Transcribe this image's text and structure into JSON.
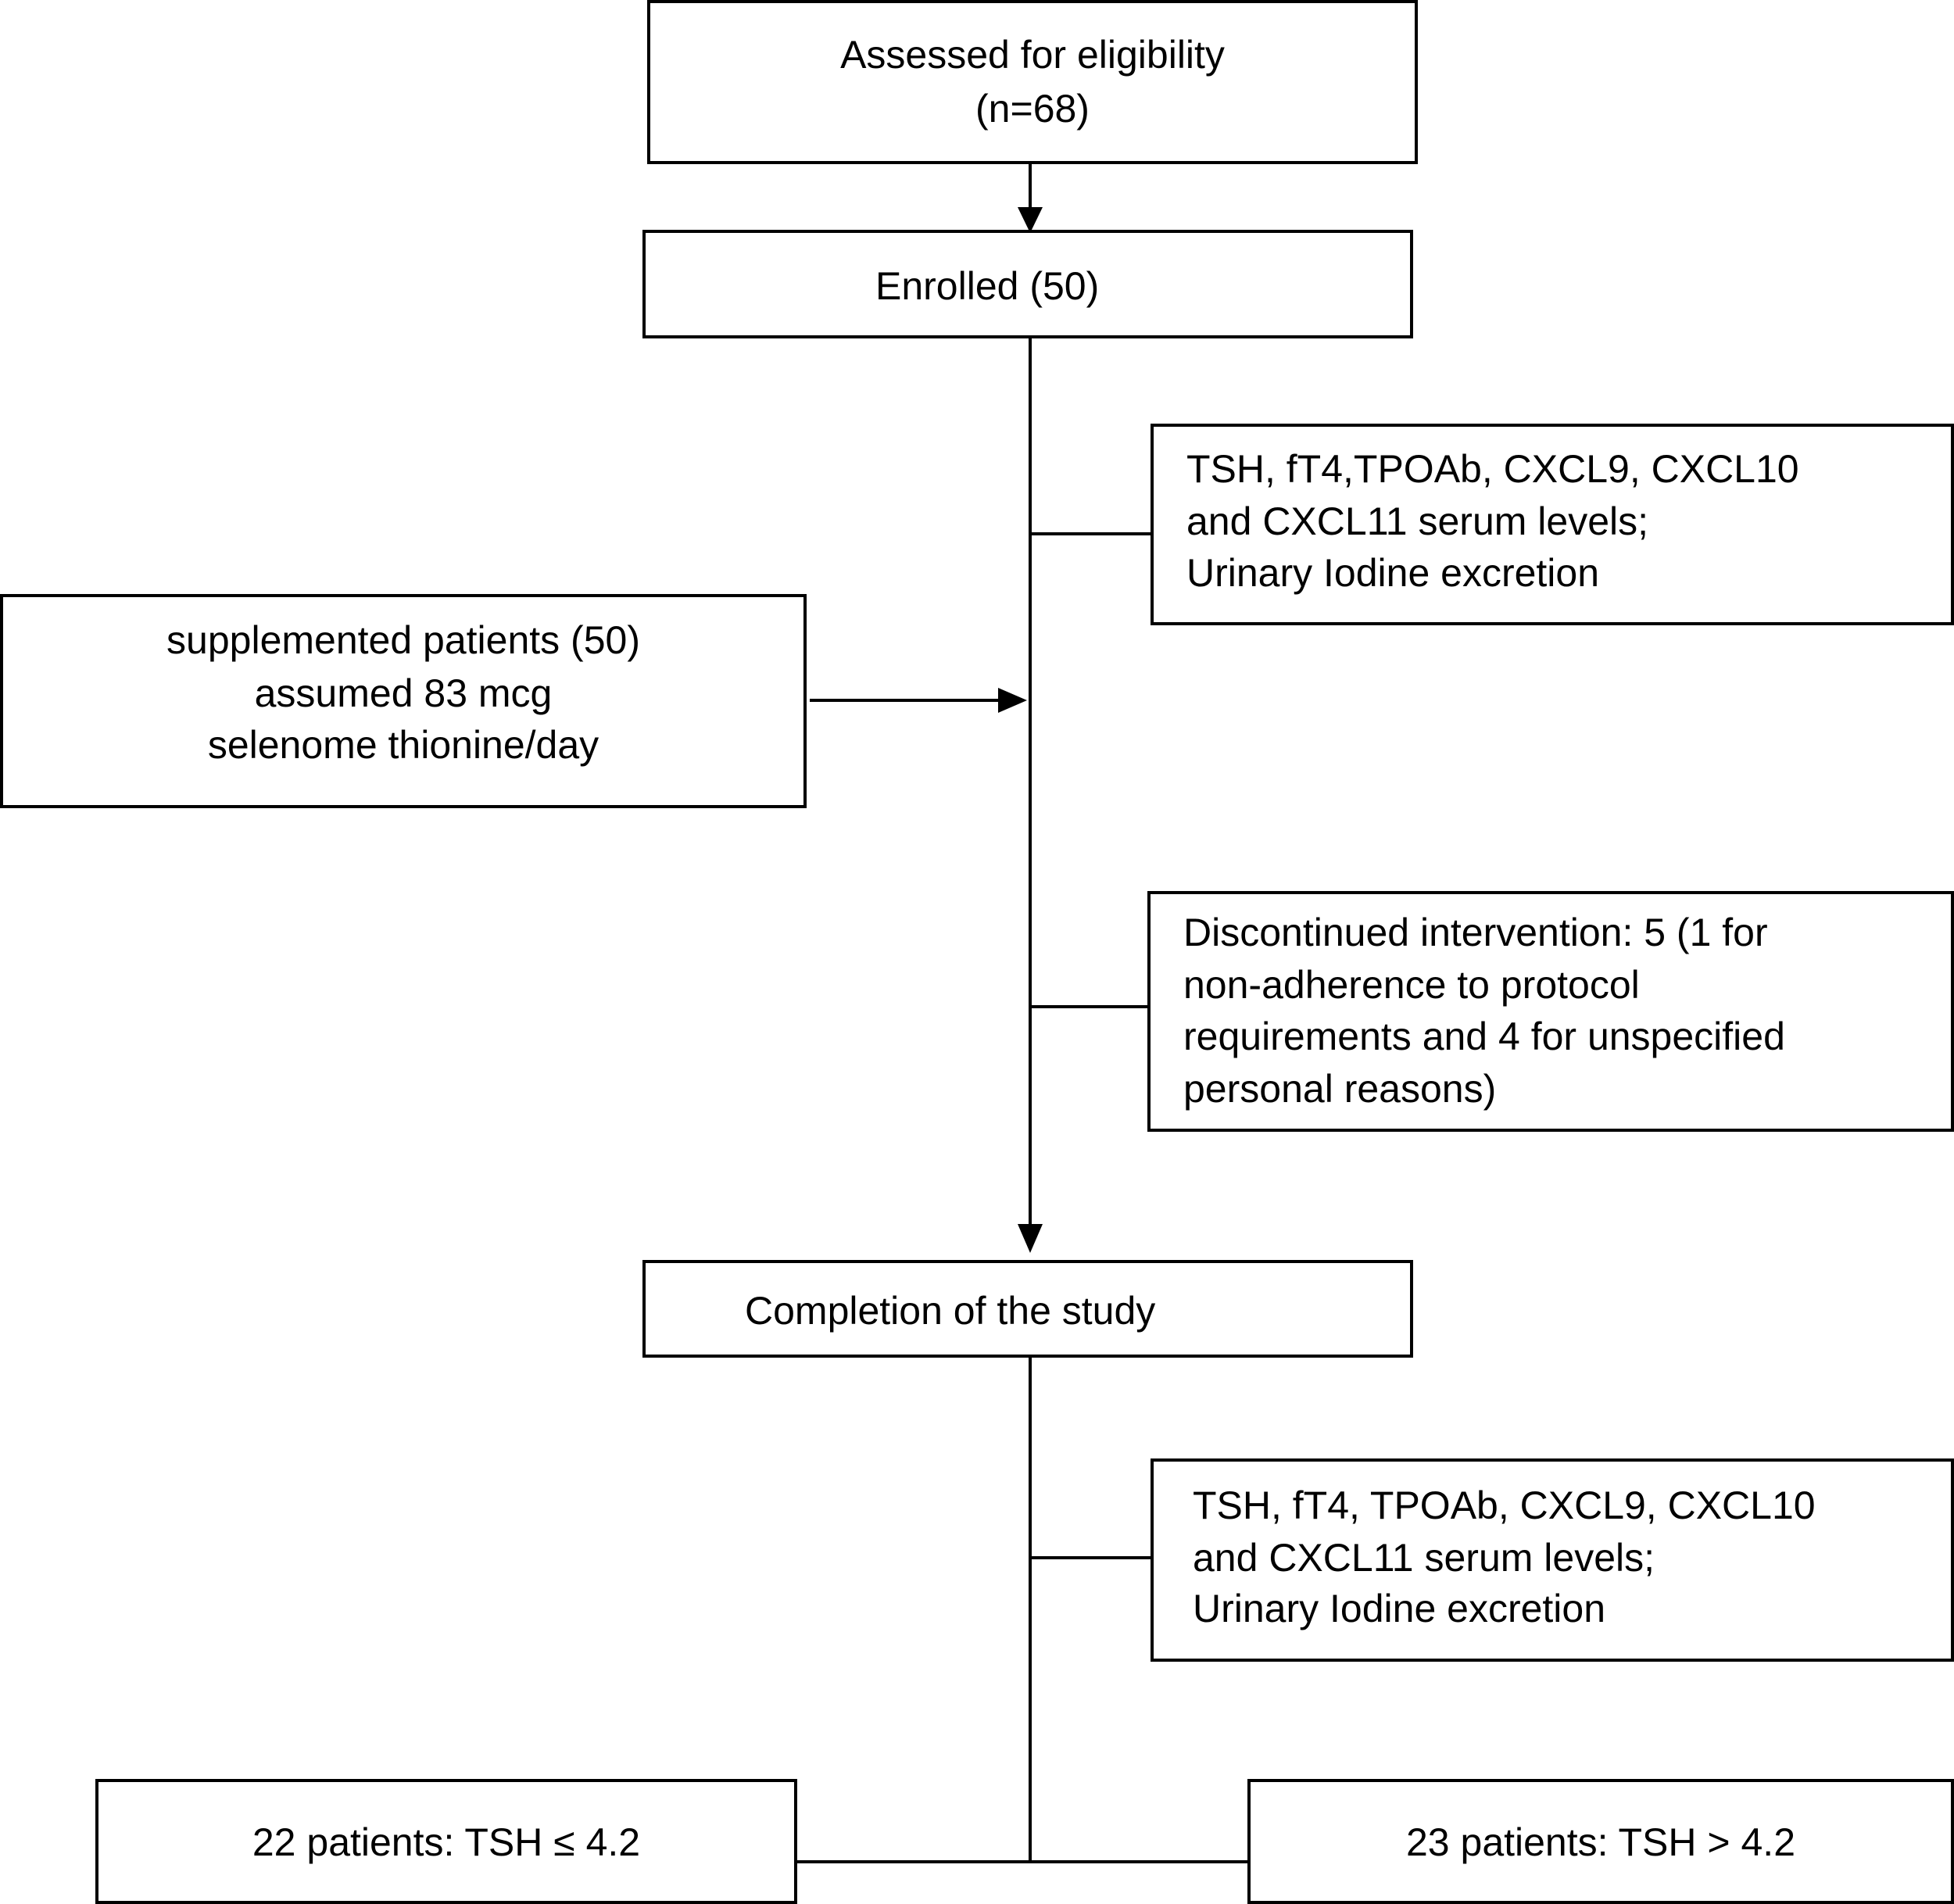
{
  "boxes": {
    "assessed": {
      "line1": "Assessed for eligibility",
      "line2": "(n=68)"
    },
    "enrolled": {
      "label": "Enrolled (50)"
    },
    "baseline": {
      "line1": "TSH, fT4,TPOAb, CXCL9, CXCL10",
      "line2": "and CXCL11 serum levels;",
      "line3": "Urinary Iodine excretion"
    },
    "supplemented": {
      "line1": "supplemented patients (50)",
      "line2": "assumed 83 mcg",
      "line3": "selenome thionine/day"
    },
    "discontinued": {
      "line1": "Discontinued intervention: 5 (1 for",
      "line2": "non-adherence to protocol",
      "line3": "requirements and 4 for unspecified",
      "line4": "personal reasons)"
    },
    "completion": {
      "label": "Completion of the study"
    },
    "final": {
      "line1": "TSH, fT4, TPOAb, CXCL9, CXCL10",
      "line2": "and CXCL11 serum levels;",
      "line3": "Urinary Iodine excretion"
    },
    "group_low": {
      "label": "22 patients: TSH ≤ 4.2"
    },
    "group_high": {
      "label": "23 patients: TSH > 4.2"
    }
  }
}
